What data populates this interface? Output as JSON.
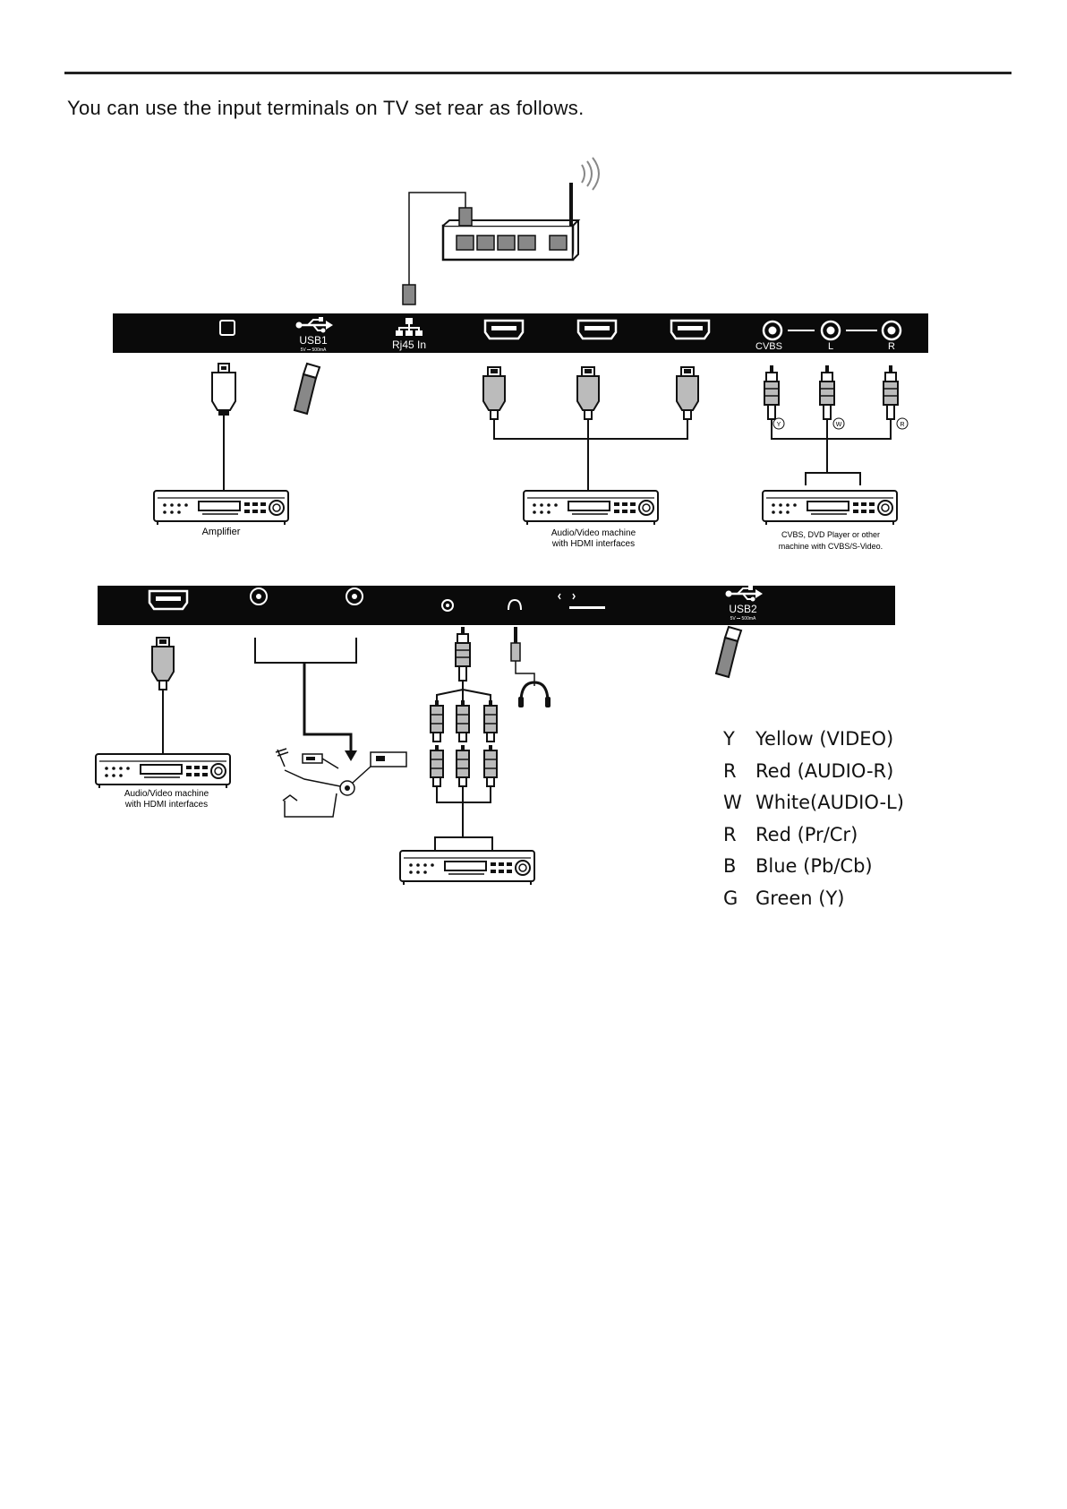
{
  "intro": "You can use the input terminals on TV set rear as follows.",
  "panel1": {
    "usb1_label": "USB1",
    "usb1_spec": "5V ⎓ 500mA",
    "rj45_label": "Rj45 In",
    "cvbs_label": "CVBS",
    "l_label": "L",
    "r_label": "R"
  },
  "cable_marks": {
    "y": "Y",
    "w": "W",
    "r": "R"
  },
  "devices": {
    "amplifier": "Amplifier",
    "hdmi_line1": "Audio/Video machine",
    "hdmi_line2": "with HDMI interfaces",
    "cvbs_line1": "CVBS, DVD Player or other",
    "cvbs_line2": "machine with CVBS/S-Video.",
    "hdmi2_line1": "Audio/Video machine",
    "hdmi2_line2": "with HDMI interfaces"
  },
  "panel2": {
    "usb2_label": "USB2",
    "usb2_spec": "5V ⎓ 500mA"
  },
  "legend": [
    {
      "code": "Y",
      "text": "Yellow (VIDEO)"
    },
    {
      "code": "R",
      "text": "Red (AUDIO-R)"
    },
    {
      "code": "W",
      "text": "White(AUDIO-L)"
    },
    {
      "code": "R",
      "text": "Red (Pr/Cr)"
    },
    {
      "code": "B",
      "text": "Blue (Pb/Cb)"
    },
    {
      "code": "G",
      "text": "Green (Y)"
    }
  ],
  "colors": {
    "panel": "#0a0a0a",
    "line": "#111111"
  }
}
